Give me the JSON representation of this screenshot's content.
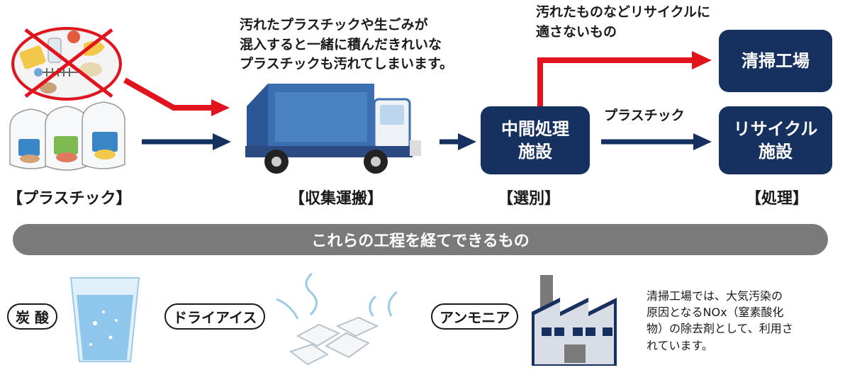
{
  "flow": {
    "contaminated_note": "汚れたプラスチックや生ごみが\n混入すると一緒に積んだきれいな\nプラスチックも汚れてしまいます。",
    "unsuitable_note": "汚れたものなどリサイクルに\n適さないもの",
    "plastic_note": "プラスチック"
  },
  "boxes": {
    "intermediate": "中間処理\n施設",
    "incineration": "清掃工場",
    "recycling": "リサイクル\n施設"
  },
  "stages": {
    "plastic": "【プラスチック】",
    "collection": "【収集運搬】",
    "sorting": "【選別】",
    "processing": "【処理】"
  },
  "products": {
    "banner": "これらの工程を経てできるもの",
    "carbonic": "炭 酸",
    "dry_ice": "ドライアイス",
    "ammonia": "アンモニア",
    "ammonia_note": "清掃工場では、大気汚染の\n原因となるNOx（窒素酸化\n物）の除去剤として、利用さ\nれています。"
  },
  "colors": {
    "navy": "#16305f",
    "red": "#e1141e",
    "gray": "#7a7a7a"
  }
}
